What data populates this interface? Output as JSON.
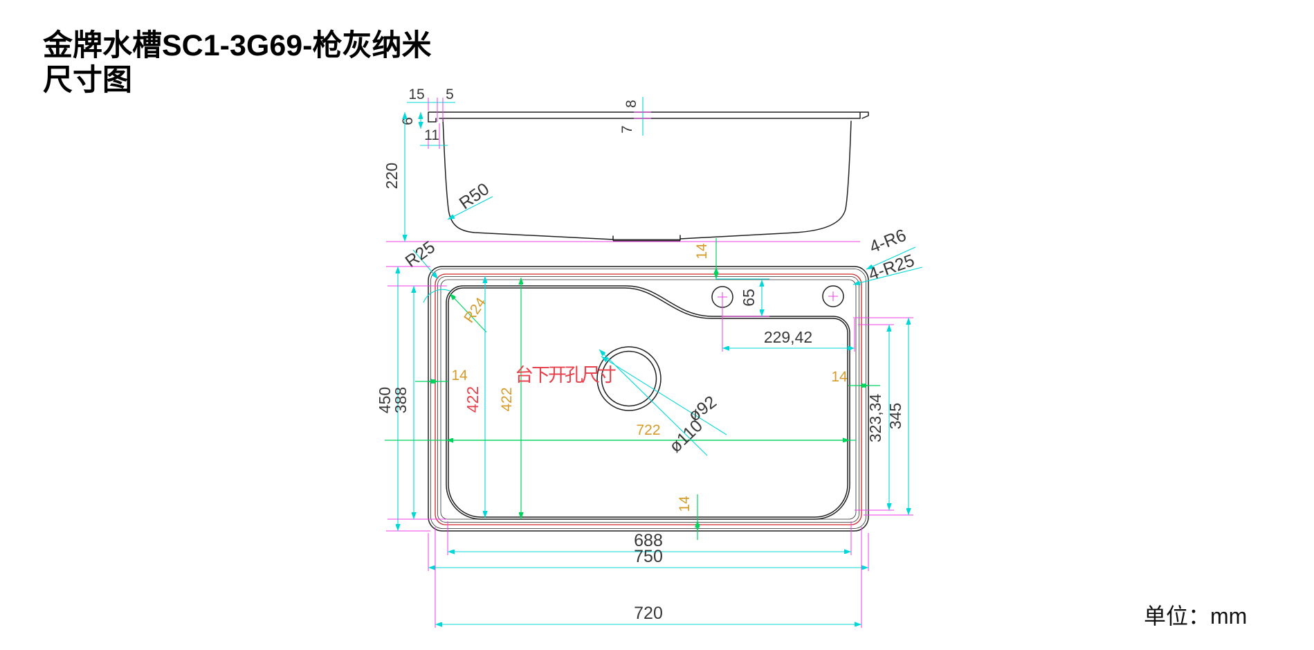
{
  "title": {
    "line1": "金牌水槽SC1-3G69-枪灰纳米",
    "line2": "尺寸图"
  },
  "unit_label": "单位：mm",
  "dims": {
    "d15": "15",
    "d5": "5",
    "d6": "6",
    "d11": "11",
    "d220": "220",
    "r50": "R50",
    "d8": "8",
    "d7": "7",
    "r25": "R25",
    "r24": "R24",
    "four_r6": "4-R6",
    "four_r25": "4-R25",
    "d65": "65",
    "d229_42": "229,42",
    "d450": "450",
    "d388": "388",
    "d14": "14",
    "d422_cutout": "422",
    "d422_bowl": "422",
    "d722": "722",
    "dia92": "ø92",
    "dia110": "ø110",
    "cutout_note": "台下开孔尺寸",
    "d323_34": "323,34",
    "d345": "345",
    "d688": "688",
    "d750": "750",
    "d720": "720"
  },
  "colors": {
    "background": "#ffffff",
    "outline": "#1e1e1e",
    "dimension_cyan": "#00d8d8",
    "dimension_green": "#00d45c",
    "extension_magenta": "#f23ce6",
    "cutout_red": "#d22626",
    "note_red": "#e8414b",
    "accent_orange": "#d69a28",
    "dim_text": "#373737"
  }
}
